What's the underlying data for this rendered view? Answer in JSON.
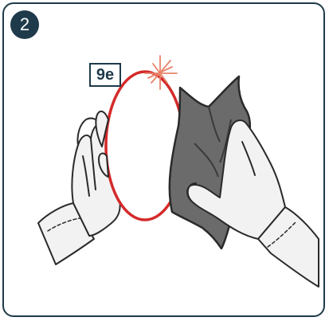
{
  "step": {
    "number": "2"
  },
  "part_label": {
    "text": "9e"
  },
  "illustration": {
    "depicts": [
      "gloved-hands",
      "visor-lens",
      "cleaning-cloth",
      "sparkle"
    ]
  },
  "colors": {
    "frame": "#1f3a4a",
    "lens_outline": "#d42a2a",
    "sparkle": "#e8846a",
    "cloth": "#6b6b6b",
    "cloth_dark": "#3a3a3a",
    "glove": "#f2f2f2",
    "glove_outline": "#2a2a2a"
  }
}
